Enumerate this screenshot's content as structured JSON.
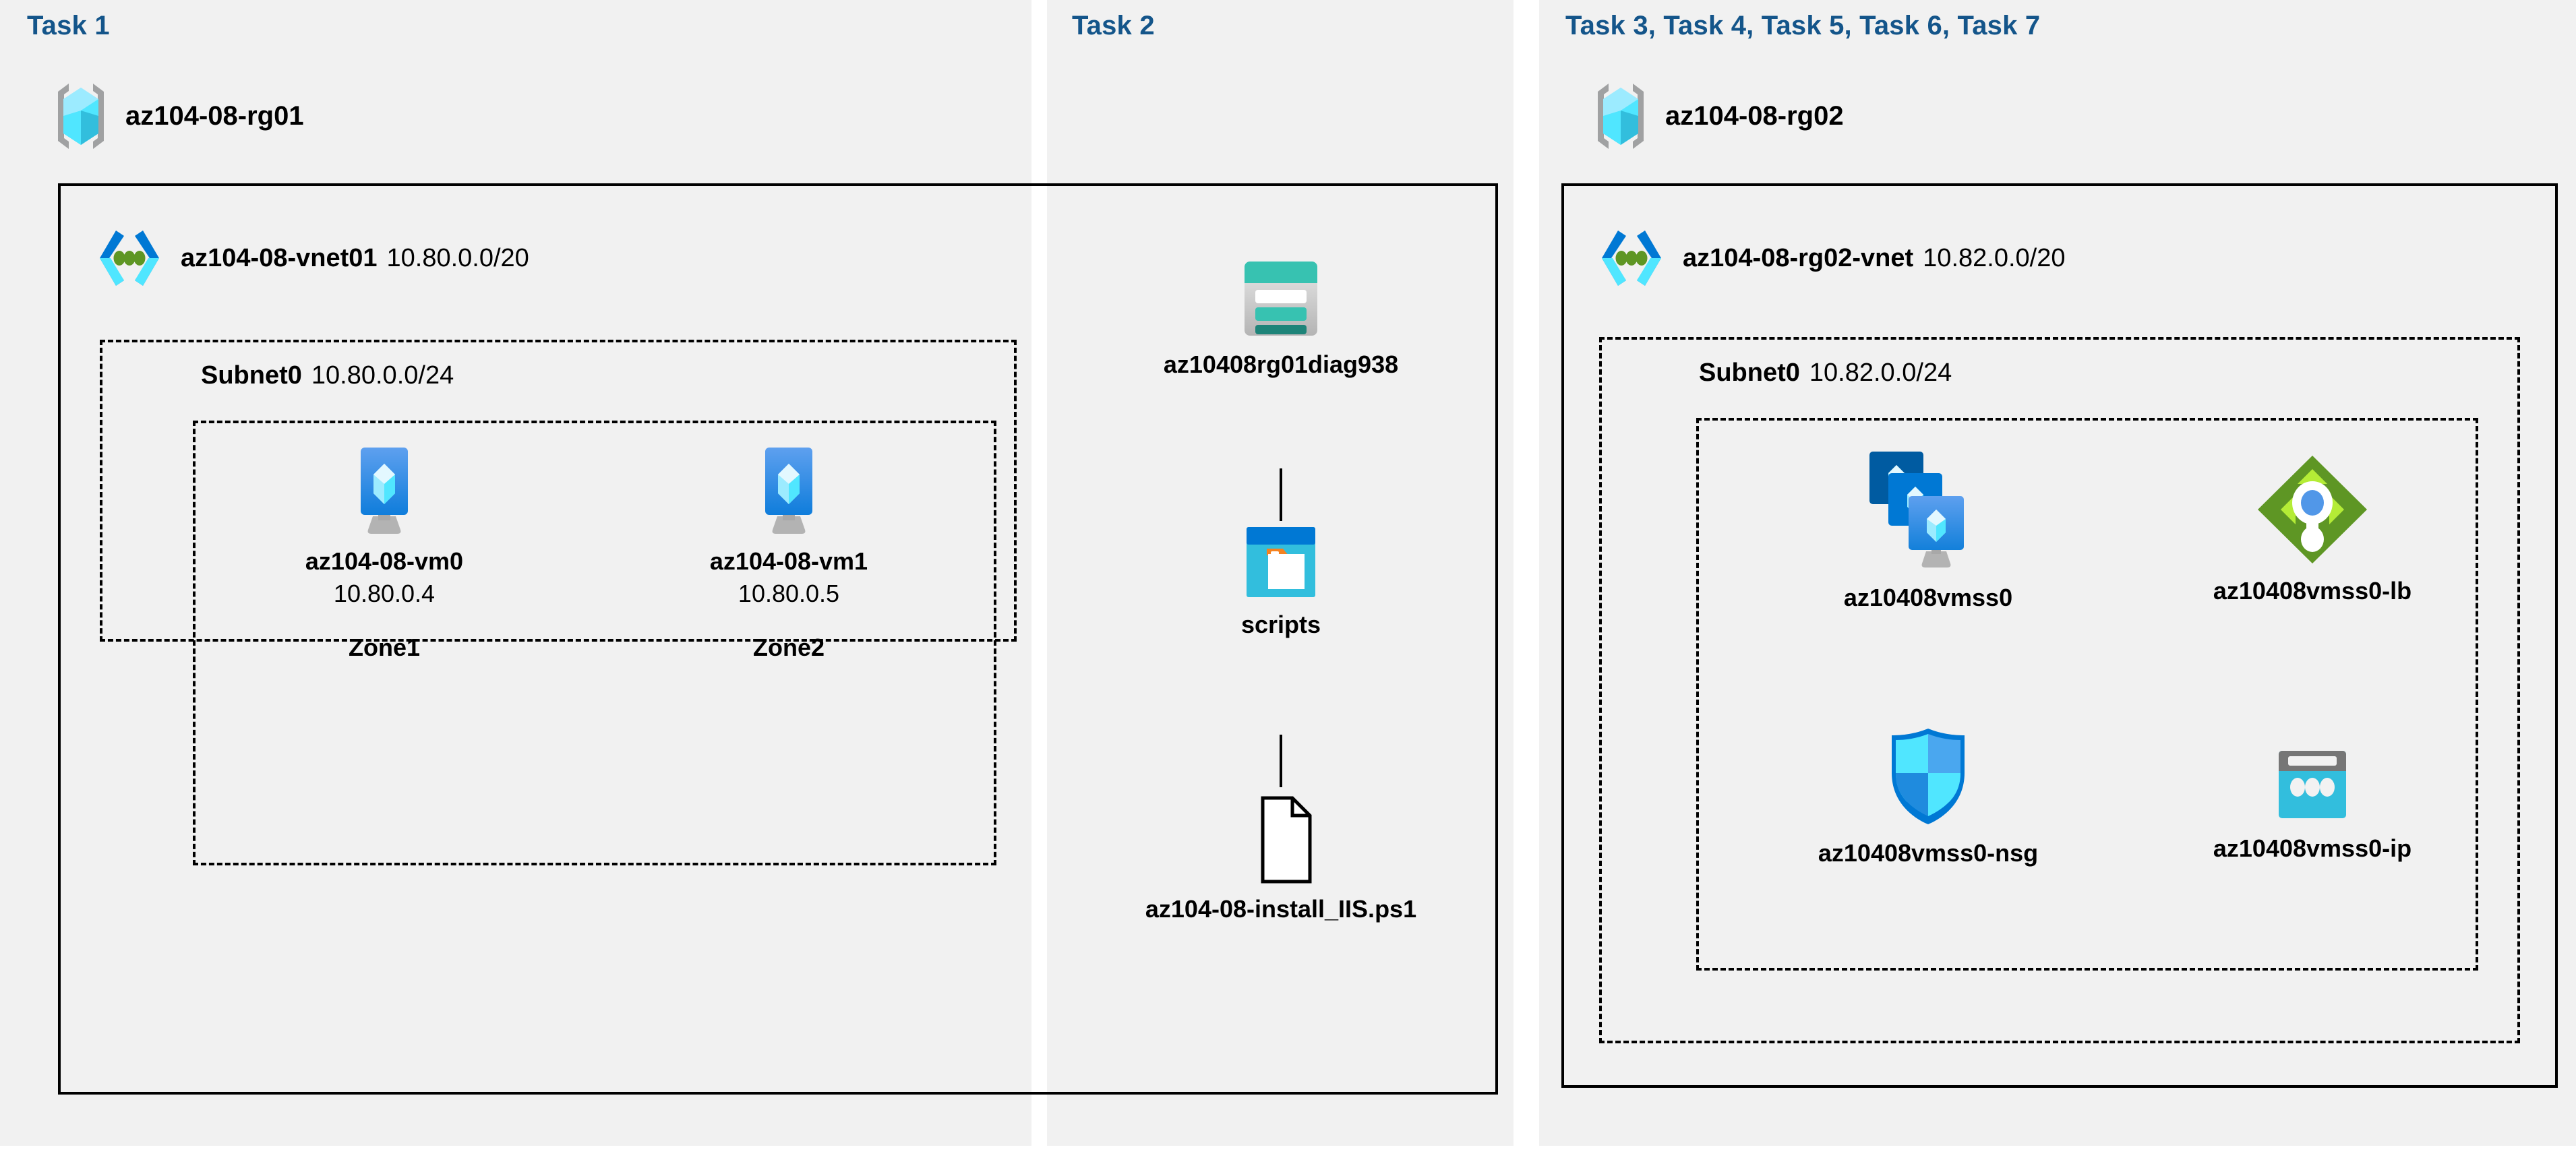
{
  "diagram": {
    "title": "Azure AZ-104 Lab 08 architecture",
    "background": "#ffffff",
    "panel_bg": "#f1f1f1",
    "accent_heading": "#14558a",
    "border": "#000000"
  },
  "panels": [
    {
      "id": "task1",
      "header": "Task 1"
    },
    {
      "id": "task2",
      "header": "Task 2"
    },
    {
      "id": "task3to7",
      "header": "Task 3, Task 4, Task 5, Task 6, Task 7"
    }
  ],
  "resource_groups": [
    {
      "id": "rg01",
      "name": "az104-08-rg01",
      "icon": "resource-group-icon"
    },
    {
      "id": "rg02",
      "name": "az104-08-rg02",
      "icon": "resource-group-icon"
    }
  ],
  "vnets": [
    {
      "id": "vnet01",
      "name": "az104-08-vnet01",
      "cidr": "10.80.0.0/20",
      "icon": "virtual-network-icon"
    },
    {
      "id": "vnet02",
      "name": "az104-08-rg02-vnet",
      "cidr": "10.82.0.0/20",
      "icon": "virtual-network-icon"
    }
  ],
  "subnets": [
    {
      "id": "subnet0-left",
      "name": "Subnet0",
      "cidr": "10.80.0.0/24"
    },
    {
      "id": "subnet0-right",
      "name": "Subnet0",
      "cidr": "10.82.0.0/24"
    }
  ],
  "virtual_machines": [
    {
      "id": "vm0",
      "name": "az104-08-vm0",
      "ip": "10.80.0.4",
      "zone": "Zone1",
      "icon": "virtual-machine-icon"
    },
    {
      "id": "vm1",
      "name": "az104-08-vm1",
      "ip": "10.80.0.5",
      "zone": "Zone2",
      "icon": "virtual-machine-icon"
    }
  ],
  "storage": {
    "account": {
      "name": "az10408rg01diag938",
      "icon": "storage-account-icon"
    },
    "container": {
      "name": "scripts",
      "icon": "blob-container-icon"
    },
    "blob": {
      "name": "az104-08-install_IIS.ps1",
      "icon": "file-icon"
    }
  },
  "scale_set_resources": [
    {
      "id": "vmss",
      "name": "az10408vmss0",
      "icon": "vm-scale-set-icon"
    },
    {
      "id": "lb",
      "name": "az10408vmss0-lb",
      "icon": "load-balancer-icon"
    },
    {
      "id": "nsg",
      "name": "az10408vmss0-nsg",
      "icon": "network-security-group-icon"
    },
    {
      "id": "pip",
      "name": "az10408vmss0-ip",
      "icon": "public-ip-address-icon"
    }
  ],
  "colors": {
    "azure_blue": "#0078d4",
    "cyan": "#32bedd",
    "light_cyan": "#9cebff",
    "teal": "#37c2b1",
    "teal_dark": "#1e8479",
    "green": "#5e9624",
    "light_green": "#b4ec36",
    "gray": "#949494",
    "dark_blue": "#005ba1"
  }
}
